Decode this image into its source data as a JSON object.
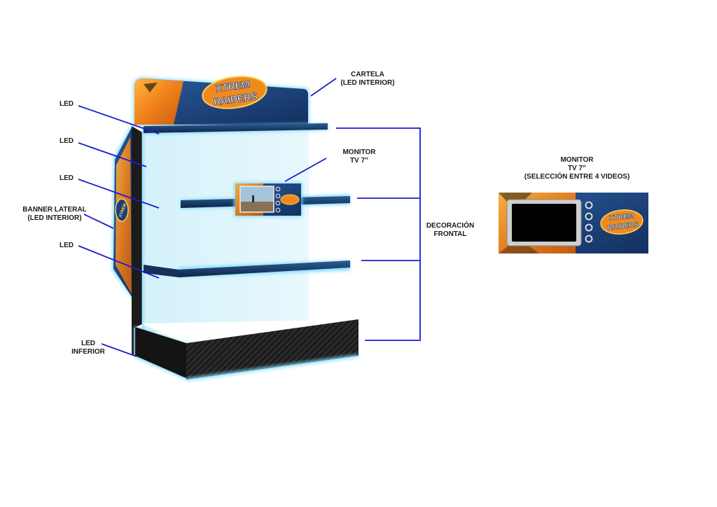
{
  "labels": {
    "cartela": [
      "CARTELA",
      "(LED INTERIOR)"
    ],
    "led_top": "LED",
    "led_2": "LED",
    "led_3": "LED",
    "banner_lateral": [
      "BANNER LATERAL",
      "(LED INTERIOR)"
    ],
    "led_4": "LED",
    "led_inferior": [
      "LED",
      "INFERIOR"
    ],
    "monitor_callout": [
      "MONITOR",
      "TV 7”"
    ],
    "decoracion": [
      "DECORACIÓN",
      "FRONTAL"
    ],
    "monitor_detail_title": [
      "MONITOR",
      "TV 7”",
      "(SELECCIÓN ENTRE 4 VIDEOS)"
    ]
  },
  "brand": {
    "logo_line1": "XTREM",
    "logo_line2": "RAIDERS"
  },
  "colors": {
    "callout_line": "#1c1ccf",
    "brand_orange": "#f08a1c",
    "brand_blue": "#1d3f7a",
    "led_glow": "#7fdcff",
    "back_panel": "#dff4fb",
    "base_dark": "#1b1b1b"
  },
  "icons": [
    "monitor-button-icon",
    "xtrem-raiders-logo"
  ]
}
